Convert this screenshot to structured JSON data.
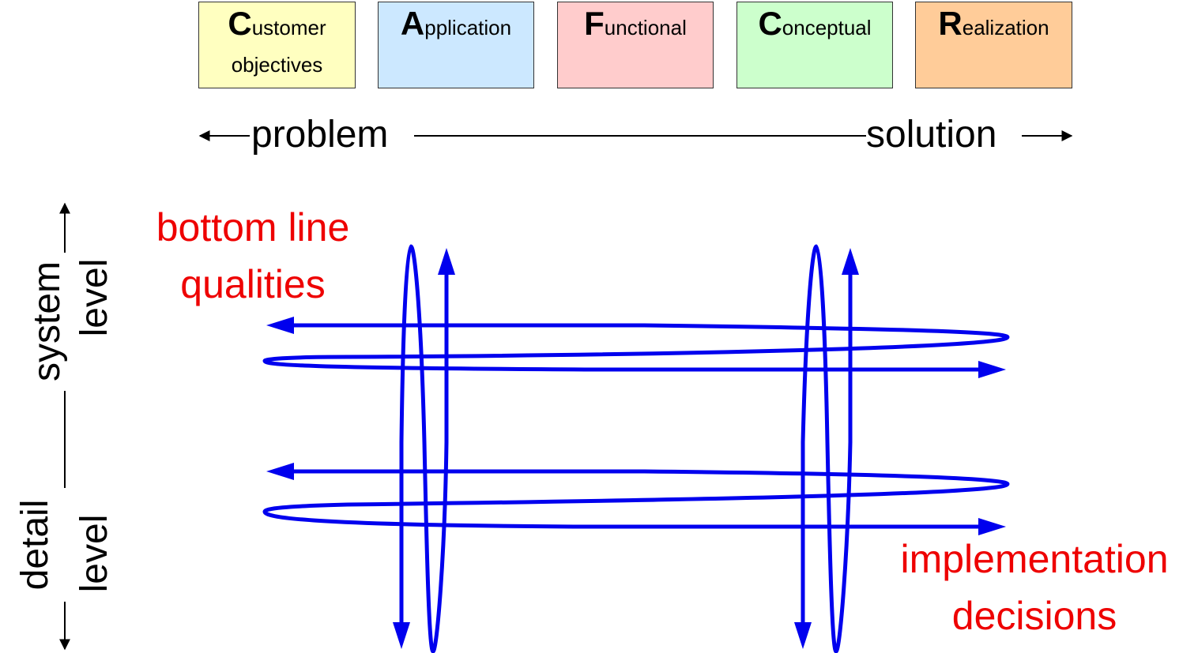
{
  "views": [
    {
      "cap": "C",
      "rest": "ustomer",
      "line2": "objectives",
      "color": "#ffffc0"
    },
    {
      "cap": "A",
      "rest": "pplication",
      "line2": "",
      "color": "#cce8ff"
    },
    {
      "cap": "F",
      "rest": "unctional",
      "line2": "",
      "color": "#ffcccc"
    },
    {
      "cap": "C",
      "rest": "onceptual",
      "line2": "",
      "color": "#ccffcc"
    },
    {
      "cap": "R",
      "rest": "ealization",
      "line2": "",
      "color": "#ffcc99"
    }
  ],
  "axis": {
    "left_label": "problem",
    "right_label": "solution"
  },
  "vertical_axis": {
    "top_line1": "system",
    "top_line2": "level",
    "bottom_line1": "detail",
    "bottom_line2": "level"
  },
  "annotations": {
    "top_line1": "bottom line",
    "top_line2": "qualities",
    "bottom_line1": "implementation",
    "bottom_line2": "decisions"
  },
  "colors": {
    "arrows": "#0000ee",
    "annotation": "#ee0000",
    "axis": "#000000"
  }
}
